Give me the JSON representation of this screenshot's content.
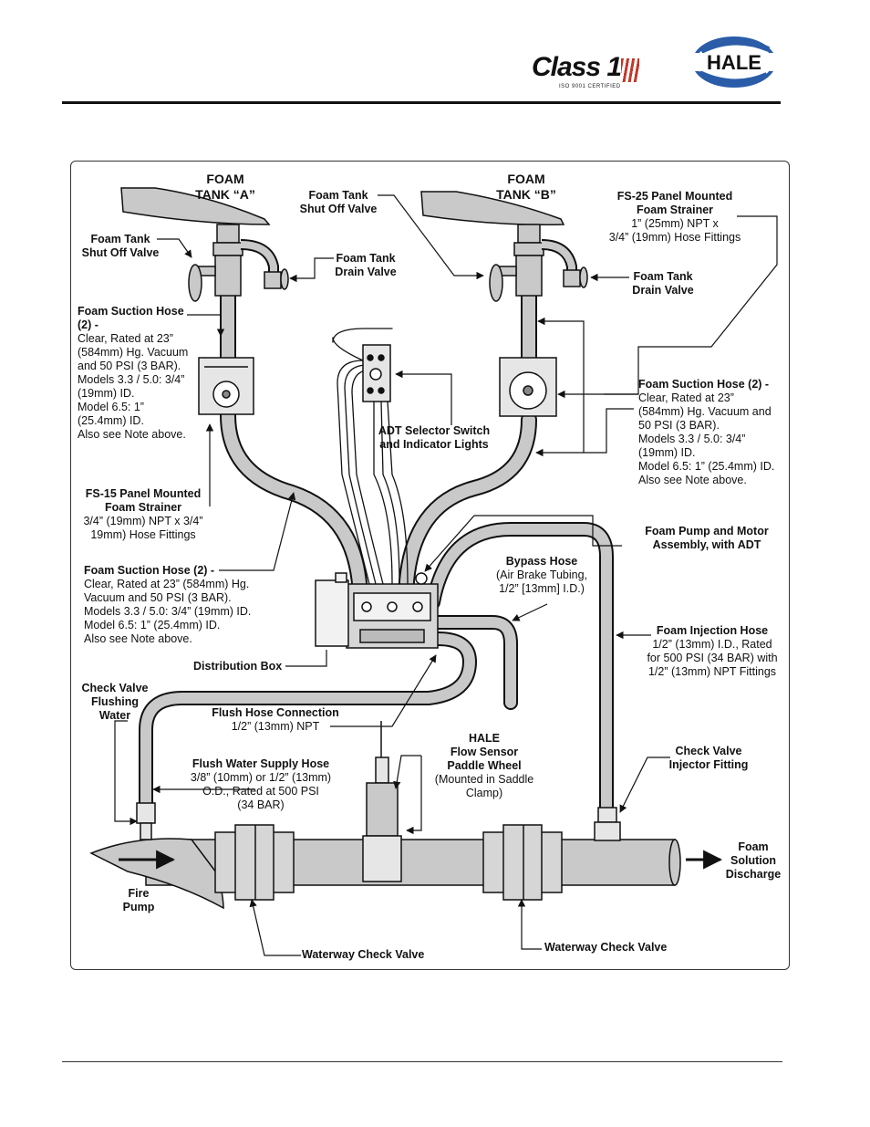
{
  "header": {
    "class1_logo_text": "Class 1",
    "class1_logo_sub": "ISO 9001 CERTIFIED",
    "hale_logo_text": "HALE"
  },
  "diagram": {
    "foam_tank_a": [
      "FOAM",
      "TANK “A”"
    ],
    "foam_tank_b": [
      "FOAM",
      "TANK “B”"
    ],
    "shutoff_valve_a": [
      "Foam Tank",
      "Shut Off Valve"
    ],
    "shutoff_valve_b": [
      "Foam Tank",
      "Shut Off Valve"
    ],
    "drain_valve_a": [
      "Foam Tank",
      "Drain Valve"
    ],
    "drain_valve_b": [
      "Foam Tank",
      "Drain Valve"
    ],
    "fs25": {
      "title": [
        "FS-25 Panel Mounted",
        "Foam Strainer"
      ],
      "body": [
        "1” (25mm) NPT x",
        "3/4” (19mm) Hose Fittings"
      ]
    },
    "suction_hose_a": {
      "title": [
        "Foam Suction Hose",
        "(2) -"
      ],
      "body": [
        "Clear, Rated at 23”",
        "(584mm) Hg. Vacuum",
        "and 50 PSI (3 BAR).",
        "Models 3.3 / 5.0: 3/4”",
        "(19mm) ID.",
        "Model 6.5: 1”",
        "(25.4mm) ID.",
        "Also see Note above."
      ]
    },
    "suction_hose_b": {
      "title": [
        "Foam Suction Hose (2) -"
      ],
      "body": [
        "Clear, Rated at 23”",
        "(584mm) Hg. Vacuum and",
        "50 PSI (3 BAR).",
        "Models 3.3 / 5.0: 3/4”",
        "(19mm) ID.",
        "Model 6.5: 1” (25.4mm) ID.",
        "Also see Note above."
      ]
    },
    "adt_selector": [
      "ADT Selector Switch",
      "and Indicator Lights"
    ],
    "fs15": {
      "title": [
        "FS-15 Panel Mounted",
        "Foam Strainer"
      ],
      "body": [
        "3/4” (19mm) NPT x 3/4”",
        "19mm) Hose Fittings"
      ]
    },
    "suction_hose_c": {
      "title": [
        "Foam Suction Hose (2) -"
      ],
      "body": [
        "Clear, Rated at 23” (584mm) Hg.",
        "Vacuum and 50 PSI (3 BAR).",
        "Models 3.3 / 5.0: 3/4” (19mm) ID.",
        "Model 6.5: 1” (25.4mm) ID.",
        "Also see Note above."
      ]
    },
    "pump_motor": [
      "Foam Pump and Motor",
      "Assembly, with ADT"
    ],
    "bypass_hose": {
      "title": [
        "Bypass Hose"
      ],
      "body": [
        "(Air Brake Tubing,",
        "1/2” [13mm] I.D.)"
      ]
    },
    "injection_hose": {
      "title": [
        "Foam Injection Hose"
      ],
      "body": [
        "1/2” (13mm) I.D., Rated",
        "for 500 PSI (34 BAR) with",
        "1/2” (13mm) NPT Fittings"
      ]
    },
    "distribution_box": "Distribution Box",
    "check_valve_flushing": [
      "Check Valve",
      "Flushing",
      "Water"
    ],
    "flush_hose_connection": {
      "title": [
        "Flush Hose Connection"
      ],
      "body": [
        "1/2” (13mm) NPT"
      ]
    },
    "flow_sensor": {
      "title": [
        "HALE",
        "Flow Sensor",
        "Paddle Wheel"
      ],
      "body": [
        "(Mounted in Saddle",
        "Clamp)"
      ]
    },
    "flush_supply_hose": {
      "title": [
        "Flush Water Supply Hose"
      ],
      "body": [
        "3/8” (10mm) or 1/2” (13mm)",
        "O.D., Rated at 500 PSI",
        "(34 BAR)"
      ]
    },
    "check_valve_injector": [
      "Check Valve",
      "Injector Fitting"
    ],
    "foam_solution_discharge": [
      "Foam",
      "Solution",
      "Discharge"
    ],
    "fire_pump": [
      "Fire",
      "Pump"
    ],
    "waterway_check_valve_left": "Waterway Check Valve",
    "waterway_check_valve_right": "Waterway Check Valve"
  },
  "colors": {
    "hose_fill": "#c9c9c9",
    "hose_stroke": "#1a1a1a",
    "frame": "#333333",
    "hale_blue": "#2a5ca8",
    "class1_red": "#c0392b"
  }
}
